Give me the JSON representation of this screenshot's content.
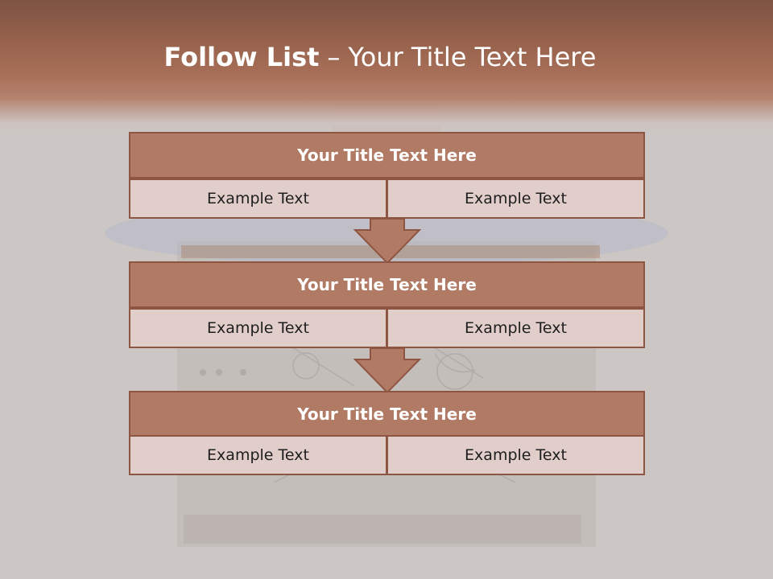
{
  "slide": {
    "title_strong": "Follow List",
    "title_sep": "–",
    "title_rest": "Your Title Text Here"
  },
  "blocks": [
    {
      "title": "Your Title Text Here",
      "left": "Example Text",
      "right": "Example Text"
    },
    {
      "title": "Your Title Text Here",
      "left": "Example Text",
      "right": "Example Text"
    },
    {
      "title": "Your Title Text Here",
      "left": "Example Text",
      "right": "Example Text"
    }
  ],
  "colors": {
    "header": "#a86f58",
    "title_box": "#b07a64",
    "border": "#8e5642",
    "cell_fill": "#e1cdc9"
  }
}
